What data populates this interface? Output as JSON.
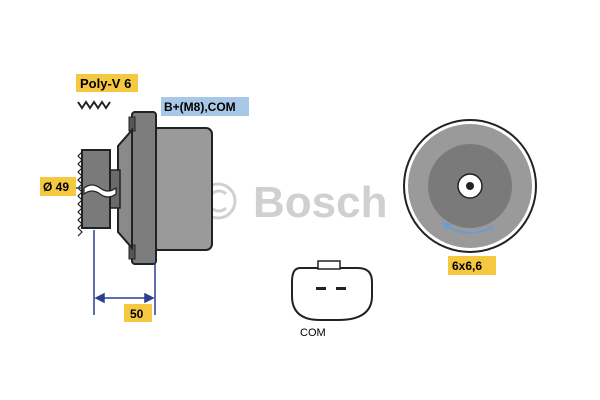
{
  "watermark": {
    "brand": "Bosch",
    "copyright_symbol": "©"
  },
  "labels": {
    "belt": "Poly-V 6",
    "terminal": "B+(M8),COM",
    "pulley_diameter": "Ø 49",
    "length": "50",
    "mount": "6x6,6",
    "connector": "COM"
  },
  "colors": {
    "label_bg_yellow": "#f5c842",
    "label_bg_blue": "#a9c8e8",
    "body_gray": "#9a9a9a",
    "dark_gray": "#6a6a6a",
    "outline": "#222222",
    "dimension_line": "#2a3f8f",
    "watermark": "#d0d0d0",
    "arrow_blue": "#6d9bd1"
  }
}
